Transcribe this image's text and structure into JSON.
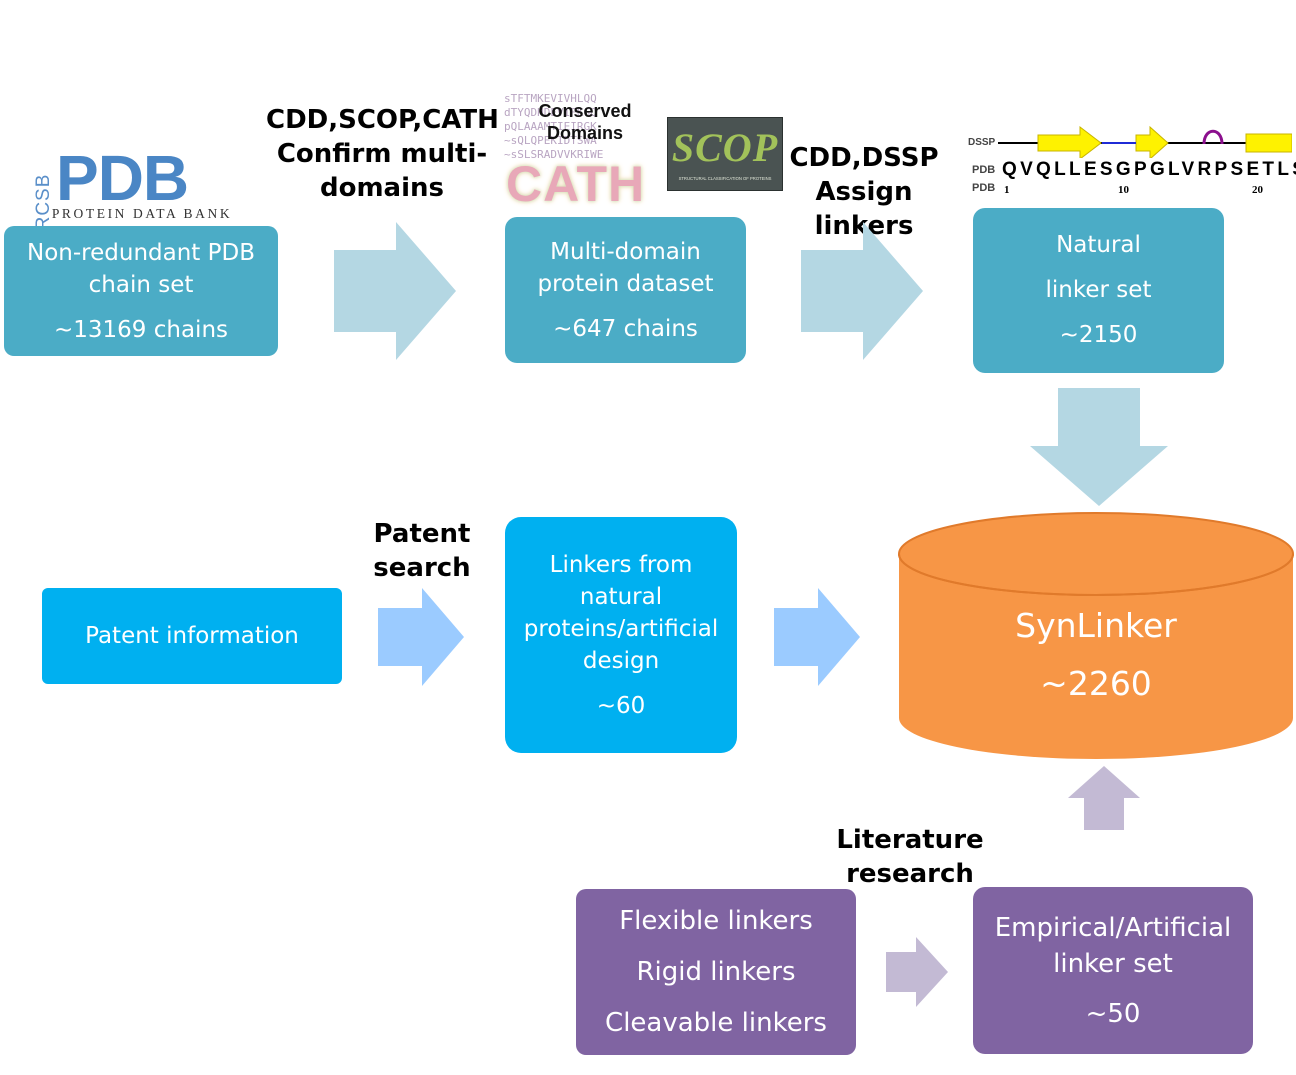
{
  "colors": {
    "teal_box": "#4bacc6",
    "teal_arrow": "#b4d7e3",
    "blue_box": "#00b0f0",
    "blue_arrow": "#9bcbff",
    "purple_box": "#8064a2",
    "purple_arrow": "#c3bad4",
    "orange": "#f79646",
    "orange_dark": "#e07a2b"
  },
  "logos": {
    "rcsb": "RCSB",
    "pdb": "PDB",
    "pdb_sub": "PROTEIN DATA BANK",
    "cdd_line1": "Conserved",
    "cdd_line2": "Domains",
    "cath": "CATH",
    "scop": "SCOP",
    "scop_sub": "STRUCTURAL CLASSIFICATION OF PROTEINS",
    "seq_bg": [
      "sTFTMKEVIVHLQQ",
      "dTYQDHDEVIFKGQ",
      "pQLAAAMTIEIRGK",
      "~sQLQPEKIDTSWA",
      "~sSLSRADVVKRIWE"
    ],
    "dssp_label": "DSSP",
    "pdb_label": "PDB",
    "sequence": "QVQLLESGPGLVRPSETLSLT",
    "tick1": "1",
    "tick10": "10",
    "tick20": "20"
  },
  "boxes": {
    "pdb_chain": {
      "line1": "Non-redundant PDB",
      "line2": "chain set",
      "count": "~13169 chains"
    },
    "multi_domain": {
      "line1": "Multi-domain",
      "line2": "protein dataset",
      "count": "~647 chains"
    },
    "natural": {
      "line1": "Natural",
      "line2": "linker set",
      "count": "~2150"
    },
    "patent_info": {
      "line1": "Patent information"
    },
    "patent_linkers": {
      "line1": "Linkers from",
      "line2": "natural",
      "line3": "proteins/artificial",
      "line4": "design",
      "count": "~60"
    },
    "types": {
      "line1": "Flexible linkers",
      "line2": "Rigid linkers",
      "line3": "Cleavable linkers"
    },
    "empirical": {
      "line1": "Empirical/Artificial",
      "line2": "linker set",
      "count": "~50"
    },
    "synlinker": {
      "title": "SynLinker",
      "count": "~2260"
    }
  },
  "labels": {
    "cdd_scop_cath": {
      "line1": "CDD,SCOP,CATH",
      "line2": "Confirm multi-",
      "line3": "domains"
    },
    "cdd_dssp": {
      "line1": "CDD,DSSP",
      "line2": "Assign linkers"
    },
    "patent": {
      "line1": "Patent",
      "line2": "search"
    },
    "literature": {
      "line1": "Literature",
      "line2": "research"
    }
  }
}
